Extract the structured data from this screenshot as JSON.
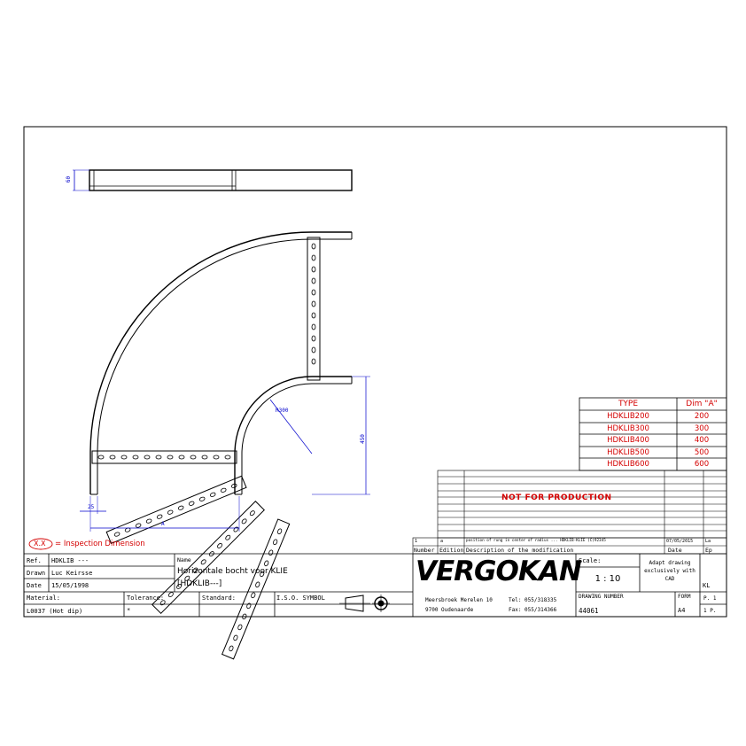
{
  "drawing": {
    "dim_60": "60",
    "dim_radius": "R300",
    "dim_450": "450",
    "dim_25": "25",
    "dim_a": "A"
  },
  "type_table": {
    "headers": [
      "TYPE",
      "Dim \"A\""
    ],
    "rows": [
      [
        "HDKLIB200",
        "200"
      ],
      [
        "HDKLIB300",
        "300"
      ],
      [
        "HDKLIB400",
        "400"
      ],
      [
        "HDKLIB500",
        "500"
      ],
      [
        "HDKLIB600",
        "600"
      ]
    ]
  },
  "revision": {
    "watermark": "NOT FOR PRODUCTION",
    "entry": {
      "number": "1",
      "edition": "a",
      "description": "position of rung in center of radius ... HDKLIB-KLIE (C)92345",
      "date": "07/05/2015",
      "by": "La"
    },
    "header": {
      "number": "Number",
      "edition": "Edition",
      "description": "Description of the modification",
      "date": "Date",
      "by": "Ep"
    }
  },
  "inspection": {
    "symbol": "X.X",
    "label": "= Inspection Dimension"
  },
  "title_block": {
    "ref_label": "Ref.",
    "ref_value": "HDKLIB ---",
    "drawn_label": "Drawn",
    "drawn_value": "Luc Keirsse",
    "date_label": "Date",
    "date_value": "15/05/1998",
    "name_label": "Name",
    "name_line1": "Horizontale bocht voor KLIE",
    "name_line2": "[HDKLIB---]",
    "material_label": "Material:",
    "material_value": "L0037 (Hot dip)",
    "tolerance_label": "Tolerance:",
    "tolerance_value": "*",
    "standard_label": "Standard:",
    "iso_label": "I.S.O. SYMBOL",
    "company": "VERGOKAN",
    "address_line1": "Meersbroek Merelen 10",
    "address_line2": "9700 Oudenaarde",
    "tel": "Tel: 055/318335",
    "fax": "Fax: 055/314366",
    "scale_label": "Scale:",
    "scale_value": "1 : 10",
    "adapt_note": "Adapt drawing exclusively with CAD",
    "kl": "KL",
    "drawing_number_label": "DRAWING NUMBER",
    "drawing_number_value": "44061",
    "form_label": "FORM",
    "form_value": "A4",
    "page_label": "P. 1",
    "pages_label": "1 P."
  }
}
